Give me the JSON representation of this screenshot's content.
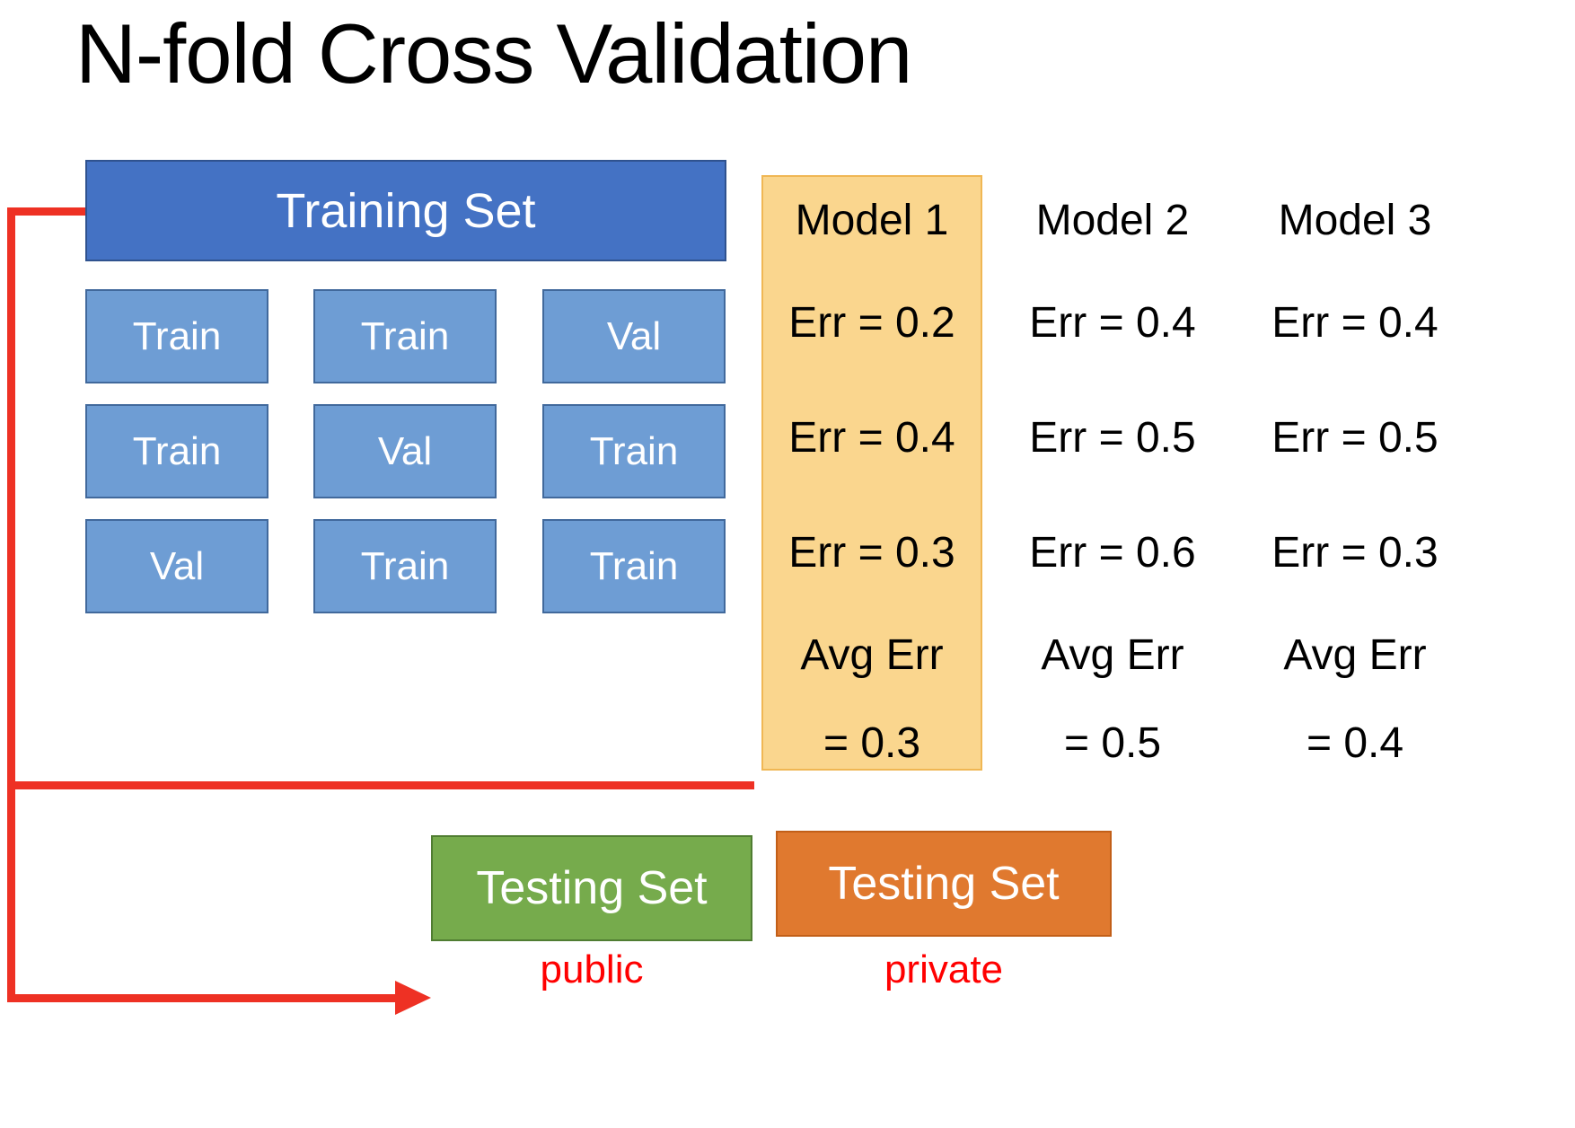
{
  "title": "N-fold Cross Validation",
  "training": {
    "header_label": "Training Set",
    "folds": [
      [
        "Train",
        "Train",
        "Val"
      ],
      [
        "Train",
        "Val",
        "Train"
      ],
      [
        "Val",
        "Train",
        "Train"
      ]
    ]
  },
  "models": [
    {
      "name": "Model 1",
      "errors": [
        "Err = 0.2",
        "Err = 0.4",
        "Err = 0.3"
      ],
      "avg_label": "Avg Err",
      "avg_value": "= 0.3",
      "highlighted": true
    },
    {
      "name": "Model 2",
      "errors": [
        "Err = 0.4",
        "Err = 0.5",
        "Err = 0.6"
      ],
      "avg_label": "Avg Err",
      "avg_value": "= 0.5",
      "highlighted": false
    },
    {
      "name": "Model 3",
      "errors": [
        "Err = 0.4",
        "Err = 0.5",
        "Err = 0.3"
      ],
      "avg_label": "Avg Err",
      "avg_value": "= 0.4",
      "highlighted": false
    }
  ],
  "testing": {
    "public": {
      "label": "Testing Set",
      "sub_label": "public"
    },
    "private": {
      "label": "Testing Set",
      "sub_label": "private"
    }
  },
  "colors": {
    "training_set": "#4472C4",
    "fold_cell": "#6E9DD4",
    "highlight": "#FAD68E",
    "public": "#76AB4C",
    "private": "#E0792F",
    "connector": "#EE3124",
    "sub_label": "#FF0000"
  }
}
